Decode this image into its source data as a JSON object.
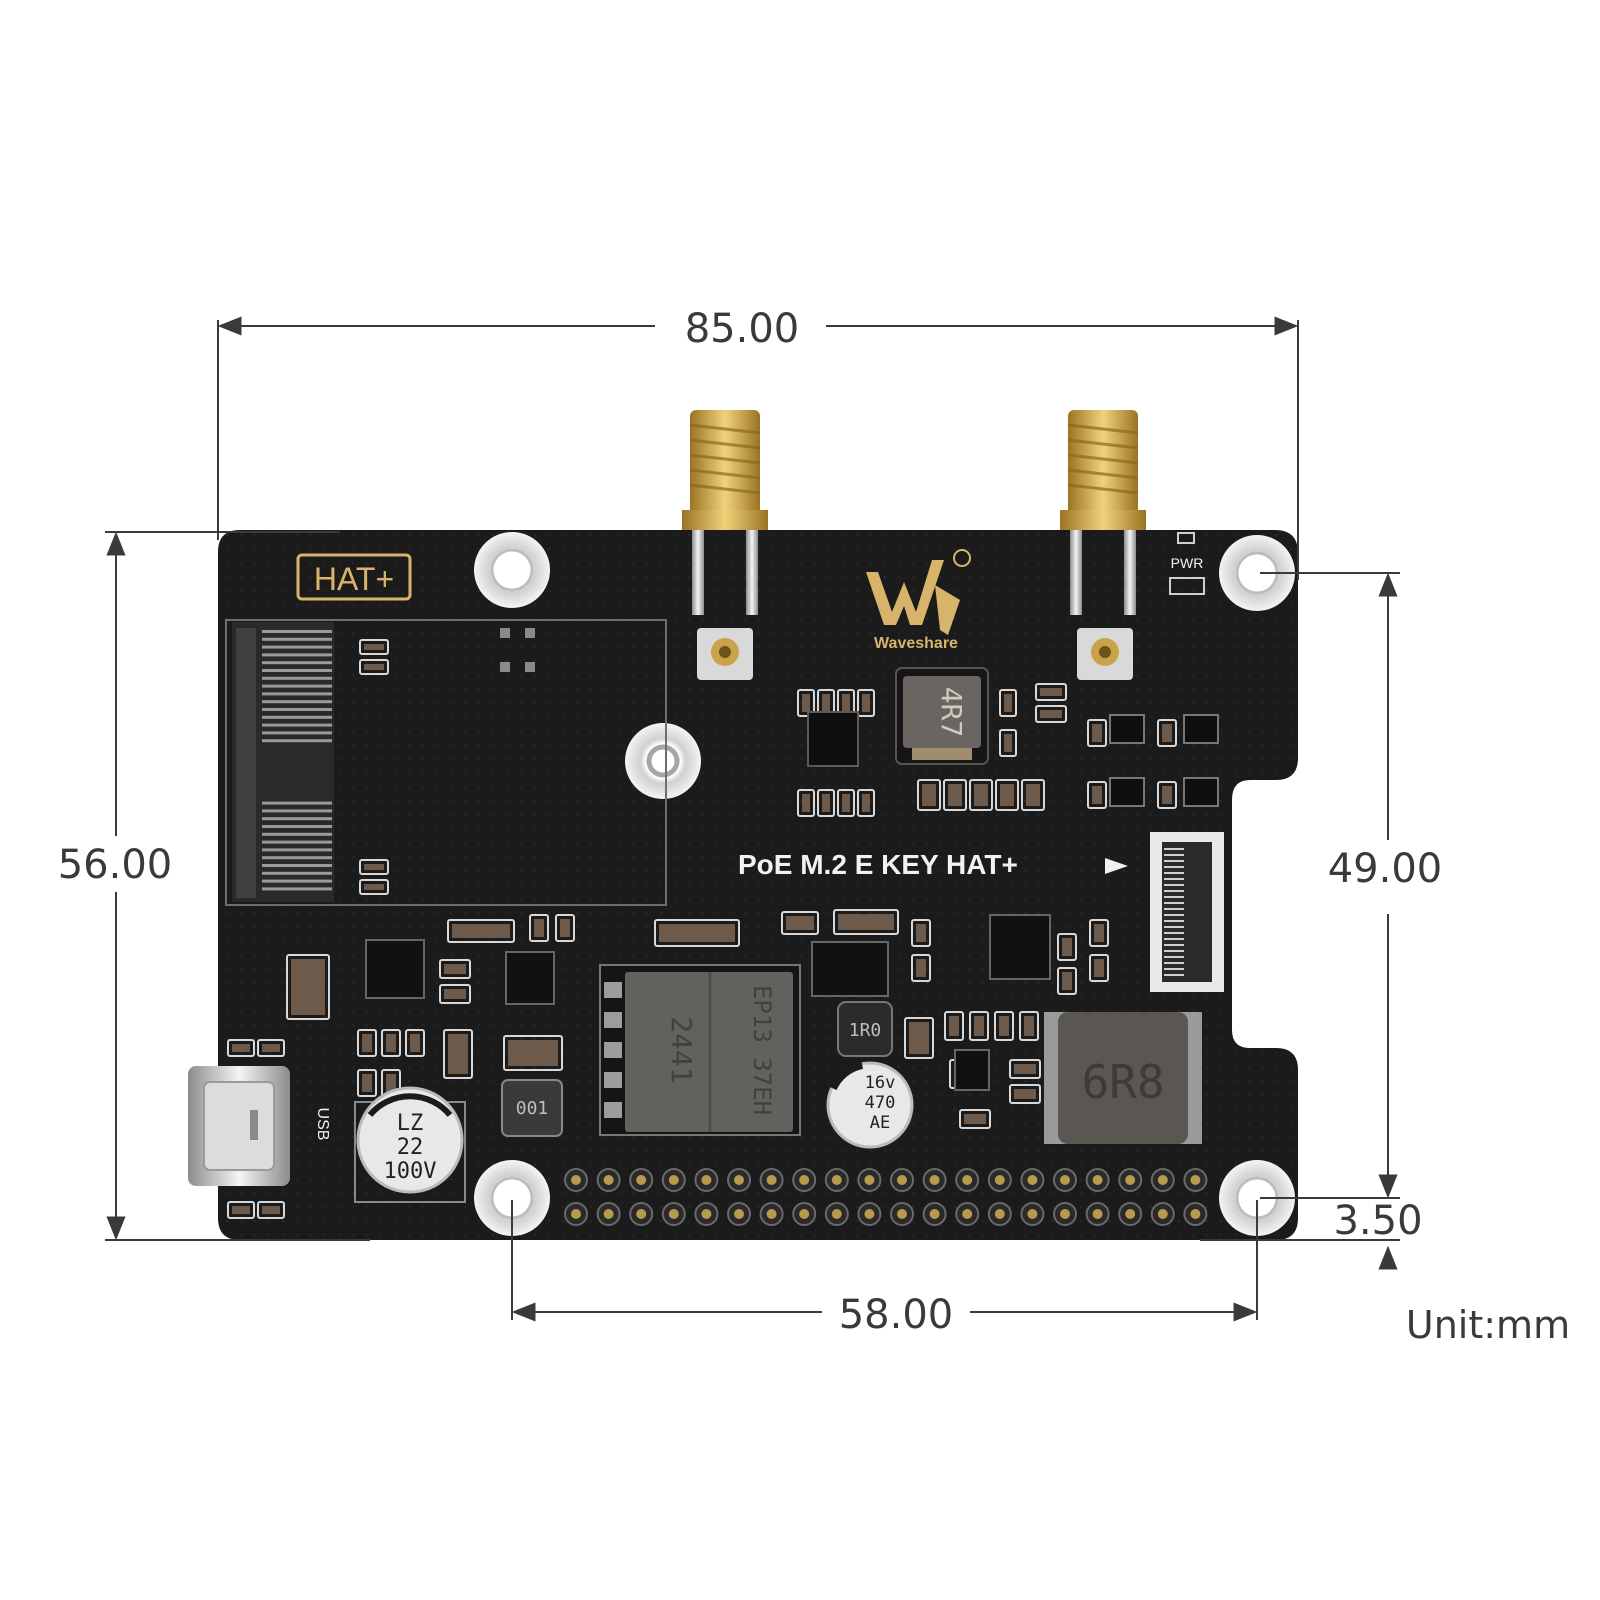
{
  "dimensions": {
    "width": "85.00",
    "height": "56.00",
    "hole_spacing_vertical": "49.00",
    "hole_spacing_horizontal": "58.00",
    "hole_offset": "3.50",
    "unit": "Unit:mm"
  },
  "board": {
    "name": "PoE M.2 E KEY HAT+",
    "badge": "HAT+",
    "brand": "Waveshare",
    "pwr_label": "PWR",
    "usb_label": "USB",
    "inductor_small": "4R7",
    "inductor_large": "6R8",
    "transformer_lines": [
      "2441",
      "EP13 37EH"
    ],
    "inductor_mid": "1R0",
    "small_ic": "001",
    "cap_large": [
      "LZ",
      "22",
      "100V"
    ],
    "cap_small": [
      "16v",
      "470",
      "AE"
    ]
  },
  "colors": {
    "pcb": "#1b1b1c",
    "gold": "#c9a24a",
    "dimension_line": "#3a3a3a",
    "silkscreen": "#f2f2f2"
  }
}
